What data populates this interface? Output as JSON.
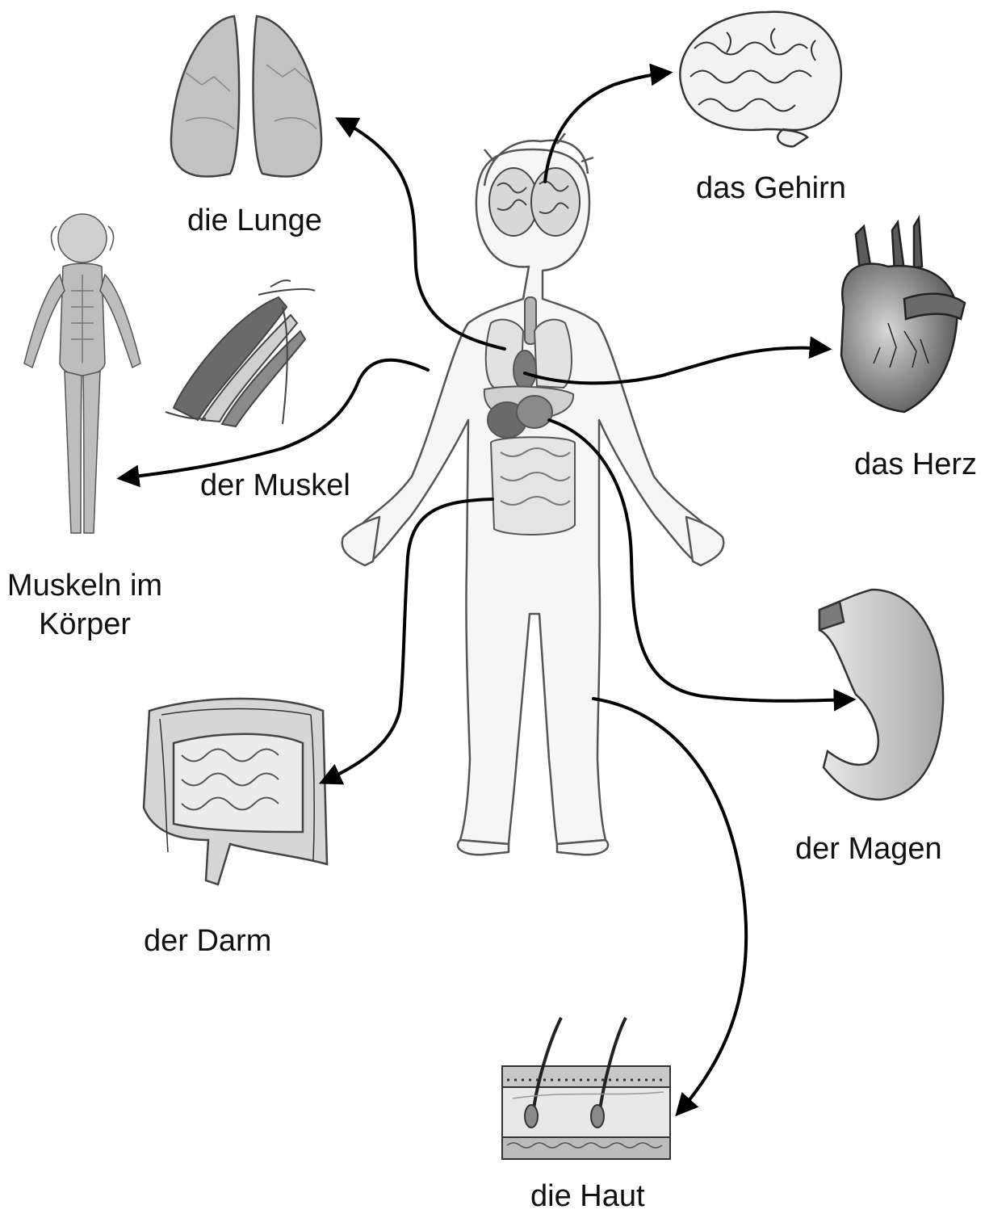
{
  "labels": {
    "lunge": "die Lunge",
    "gehirn": "das Gehirn",
    "herz": "das Herz",
    "muskel": "der Muskel",
    "muskeln_line1": "Muskeln im",
    "muskeln_line2": "Körper",
    "magen": "der Magen",
    "darm": "der Darm",
    "haut": "die Haut"
  },
  "colors": {
    "outline": "#555555",
    "organ_light": "#e2e2e2",
    "organ_mid": "#b4b4b4",
    "organ_dark": "#6a6a6a",
    "arrow": "#000000"
  },
  "icons": [
    "body-figure",
    "lung-icon",
    "brain-icon",
    "heart-icon",
    "muscle-icon",
    "muscle-body-icon",
    "stomach-icon",
    "intestine-icon",
    "skin-icon"
  ]
}
